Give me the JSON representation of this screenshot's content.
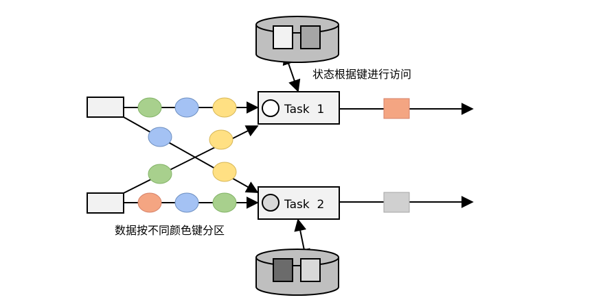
{
  "diagram": {
    "tasks": [
      {
        "label": "Task  1"
      },
      {
        "label": "Task  2"
      }
    ],
    "captions": {
      "state_access": "状态根据键进行访问",
      "partition": "数据按不同颜色键分区"
    }
  },
  "colors": {
    "green": "#a8d08d",
    "blue": "#a4c2f4",
    "yellow": "#ffe083",
    "salmon": "#f4a582",
    "light_gray": "#d0d0d0",
    "dark_gray": "#6b6b6b",
    "mid_gray": "#a6a6a6",
    "db_fill": "#bfbfbf",
    "task_fill": "#f2f2f2",
    "source_fill": "#f2f2f2"
  }
}
